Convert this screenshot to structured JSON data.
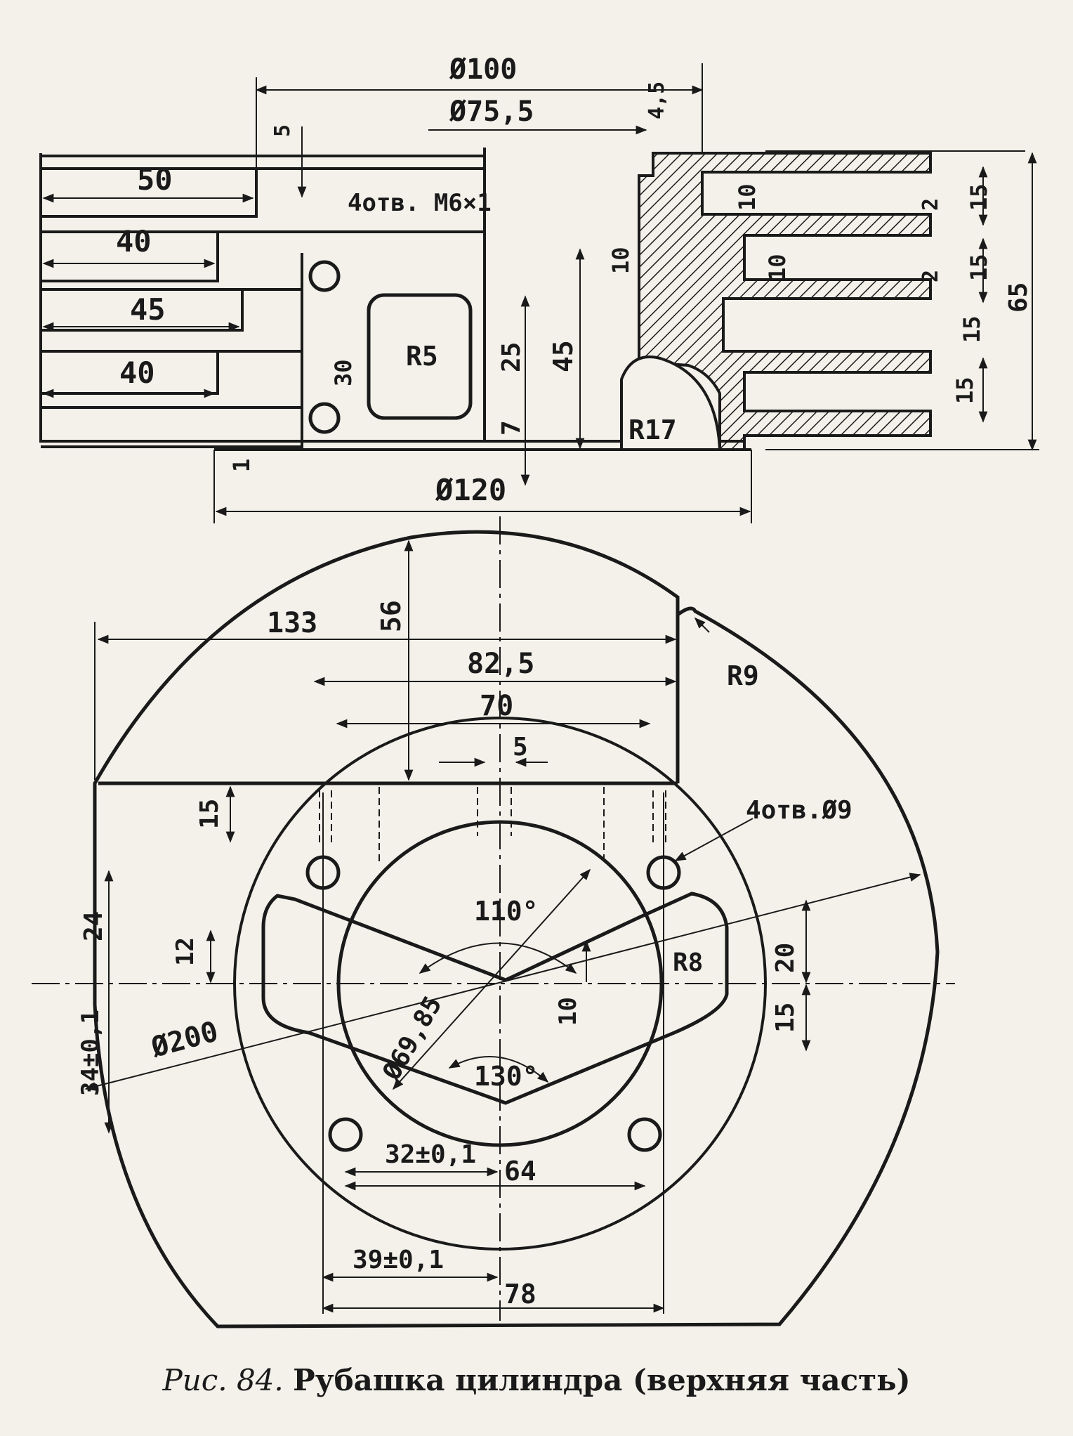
{
  "top_view": {
    "dims": {
      "d100": "Ø100",
      "d75_5": "Ø75,5",
      "d120": "Ø120",
      "v4_5": "4,5",
      "v5": "5",
      "v50": "50",
      "v40a": "40",
      "v45": "45",
      "v40b": "40",
      "holes_m6": "4отв. М6×1",
      "v30": "30",
      "r5": "R5",
      "v25": "25",
      "v7": "7",
      "v45b": "45",
      "v10": "10",
      "r17": "R17",
      "v1": "1",
      "fin10a": "10",
      "fin10b": "10",
      "fin2a": "2",
      "fin2b": "2",
      "fin15a": "15",
      "fin15b": "15",
      "fin15c": "15",
      "fin15d": "15",
      "h65": "65"
    }
  },
  "plan_view": {
    "dims": {
      "v133": "133",
      "v56": "56",
      "v82_5": "82,5",
      "v70": "70",
      "v5": "5",
      "r9": "R9",
      "holes_d9": "4отв.Ø9",
      "v15": "15",
      "v24": "24",
      "v12": "12",
      "a110": "110°",
      "r8": "R8",
      "v20": "20",
      "v10": "10",
      "v15b": "15",
      "d200": "Ø200",
      "d69_85": "Ø69,85",
      "v34": "34±0,1",
      "a130": "130°",
      "v32": "32±0,1",
      "v64": "64",
      "v39": "39±0,1",
      "v78": "78"
    }
  },
  "caption": {
    "prefix": "Рис. 84.",
    "title": "Рубашка цилиндра (верхняя часть)"
  }
}
